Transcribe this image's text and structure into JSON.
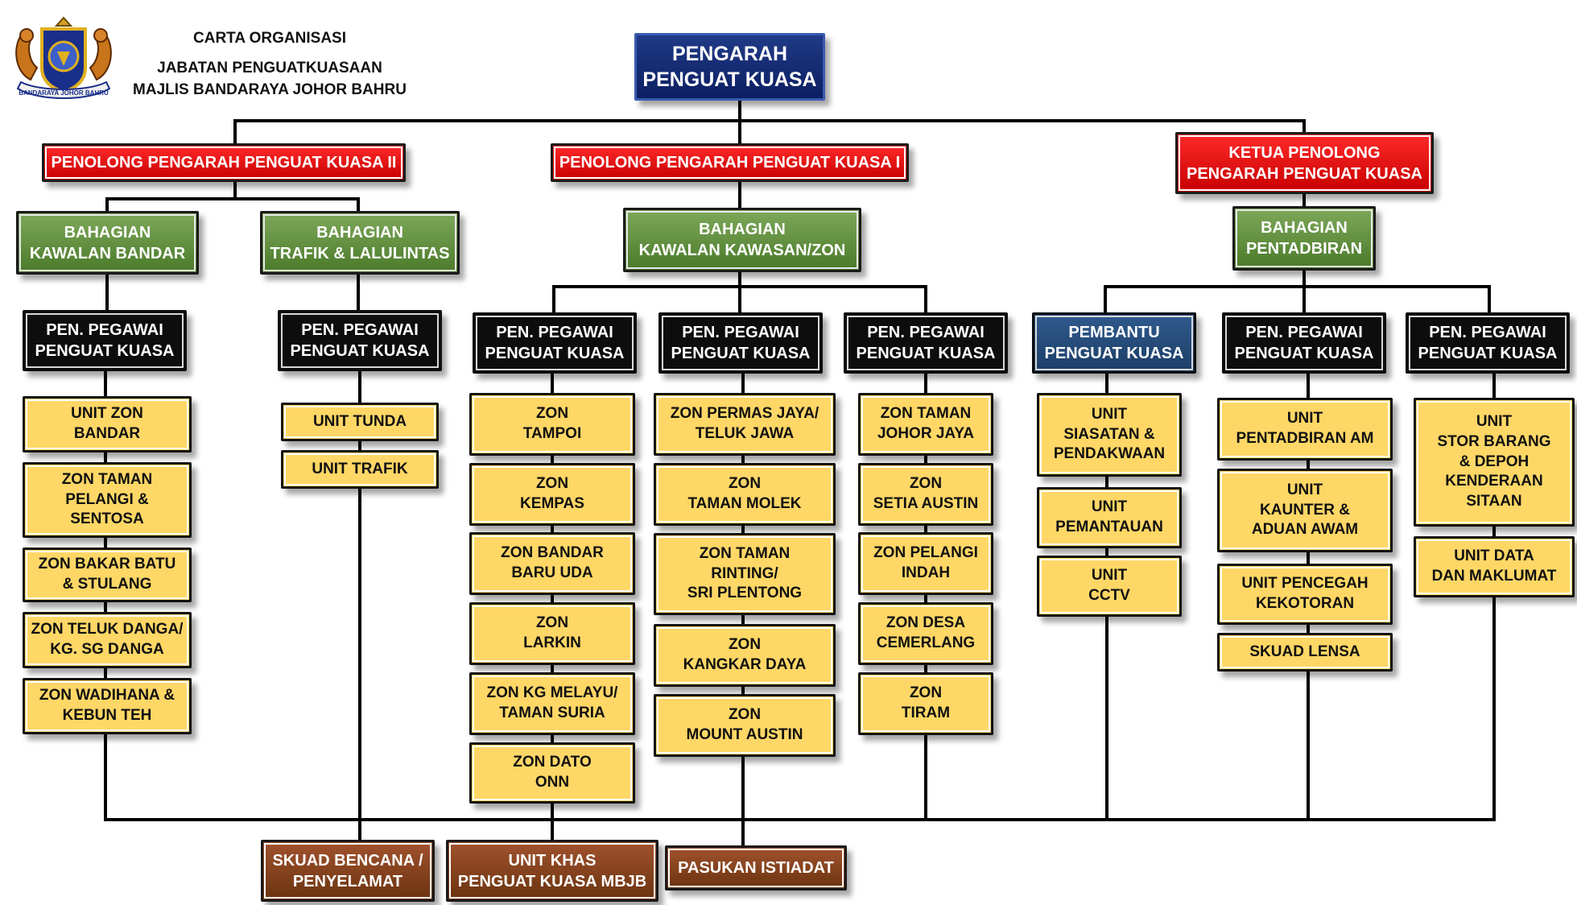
{
  "header": {
    "line1": "CARTA ORGANISASI",
    "line2": "JABATAN PENGUATKUASAAN",
    "line3": "MAJLIS BANDARAYA JOHOR BAHRU",
    "logo_text": "BANDARAYA JOHOR BAHRU"
  },
  "colors": {
    "navy": "#102a75",
    "red": "#e60000",
    "green": "#5f8d3c",
    "black": "#0d0d0d",
    "blue": "#254c7c",
    "gold": "#ffd766",
    "brown": "#8b4513",
    "line": "#000000"
  },
  "nodes": {
    "root": "PENGARAH\nPENGUAT KUASA",
    "asst2": "PENOLONG PENGARAH PENGUAT KUASA II",
    "asst1": "PENOLONG PENGARAH PENGUAT KUASA I",
    "chief": "KETUA PENOLONG\nPENGARAH PENGUAT KUASA",
    "div_kawalan_bandar": "BAHAGIAN\nKAWALAN BANDAR",
    "div_trafik": "BAHAGIAN\nTRAFIK & LALULINTAS",
    "div_kawasan_zon": "BAHAGIAN\nKAWALAN KAWASAN/ZON",
    "div_pentadbiran": "BAHAGIAN\nPENTADBIRAN",
    "off_c1": "PEN. PEGAWAI\nPENGUAT KUASA",
    "off_c2": "PEN. PEGAWAI\nPENGUAT KUASA",
    "off_c3": "PEN. PEGAWAI\nPENGUAT KUASA",
    "off_c4": "PEN. PEGAWAI\nPENGUAT KUASA",
    "off_c5": "PEN. PEGAWAI\nPENGUAT KUASA",
    "off_c6": "PEMBANTU\nPENGUAT KUASA",
    "off_c7": "PEN. PEGAWAI\nPENGUAT KUASA",
    "off_c8": "PEN. PEGAWAI\nPENGUAT KUASA",
    "c1_1": "UNIT ZON\nBANDAR",
    "c1_2": "ZON TAMAN\nPELANGI &\nSENTOSA",
    "c1_3": "ZON BAKAR BATU\n& STULANG",
    "c1_4": "ZON TELUK DANGA/\nKG. SG DANGA",
    "c1_5": "ZON WADIHANA &\nKEBUN TEH",
    "c2_1": "UNIT TUNDA",
    "c2_2": "UNIT TRAFIK",
    "c3_1": "ZON\nTAMPOI",
    "c3_2": "ZON\nKEMPAS",
    "c3_3": "ZON BANDAR\nBARU UDA",
    "c3_4": "ZON\nLARKIN",
    "c3_5": "ZON KG MELAYU/\nTAMAN SURIA",
    "c3_6": "ZON DATO\nONN",
    "c4_1": "ZON PERMAS JAYA/\nTELUK JAWA",
    "c4_2": "ZON\nTAMAN MOLEK",
    "c4_3": "ZON TAMAN\nRINTING/\nSRI PLENTONG",
    "c4_4": "ZON\nKANGKAR DAYA",
    "c4_5": "ZON\nMOUNT AUSTIN",
    "c5_1": "ZON TAMAN\nJOHOR JAYA",
    "c5_2": "ZON\nSETIA AUSTIN",
    "c5_3": "ZON PELANGI\nINDAH",
    "c5_4": "ZON DESA\nCEMERLANG",
    "c5_5": "ZON\nTIRAM",
    "c6_1": "UNIT\nSIASATAN &\nPENDAKWAAN",
    "c6_2": "UNIT\nPEMANTAUAN",
    "c6_3": "UNIT\nCCTV",
    "c7_1": "UNIT\nPENTADBIRAN AM",
    "c7_2": "UNIT\nKAUNTER  &\nADUAN AWAM",
    "c7_3": "UNIT PENCEGAH\nKEKOTORAN",
    "c7_4": "SKUAD LENSA",
    "c8_1": "UNIT\nSTOR BARANG\n& DEPOH\nKENDERAAN\nSITAAN",
    "c8_2": "UNIT DATA\nDAN MAKLUMAT",
    "b_1": "SKUAD BENCANA /\nPENYELAMAT",
    "b_2": "UNIT KHAS\nPENGUAT KUASA MBJB",
    "b_3": "PASUKAN ISTIADAT"
  }
}
